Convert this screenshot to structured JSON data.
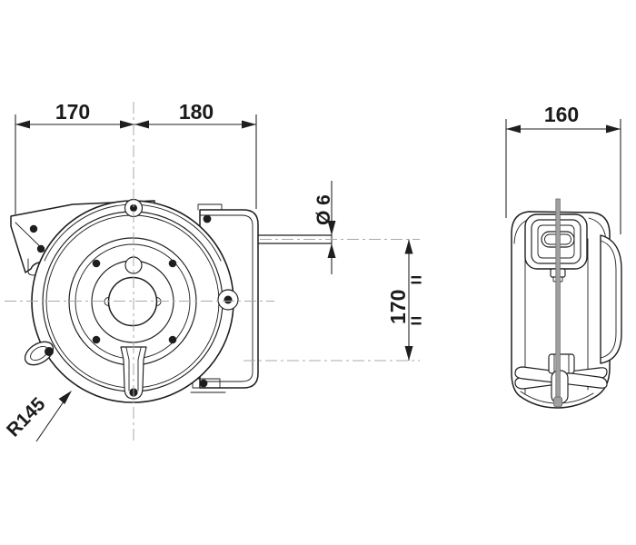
{
  "drawing": {
    "kind": "cable-reel technical drawing, front and side orthographic views",
    "dimensions": {
      "top_width_left": "170",
      "top_width_right": "180",
      "side_width": "160",
      "cable_diameter": "Ø 6",
      "outlet_height": "170",
      "casing_radius": "R145",
      "equal_mark": "="
    },
    "colors": {
      "line": "#1e1e1e",
      "centerline": "#a8a8a8",
      "cable": "#a0a0a0",
      "cable_border": "#6e6e6e",
      "text": "#1b1b1b",
      "background": "#ffffff"
    }
  }
}
